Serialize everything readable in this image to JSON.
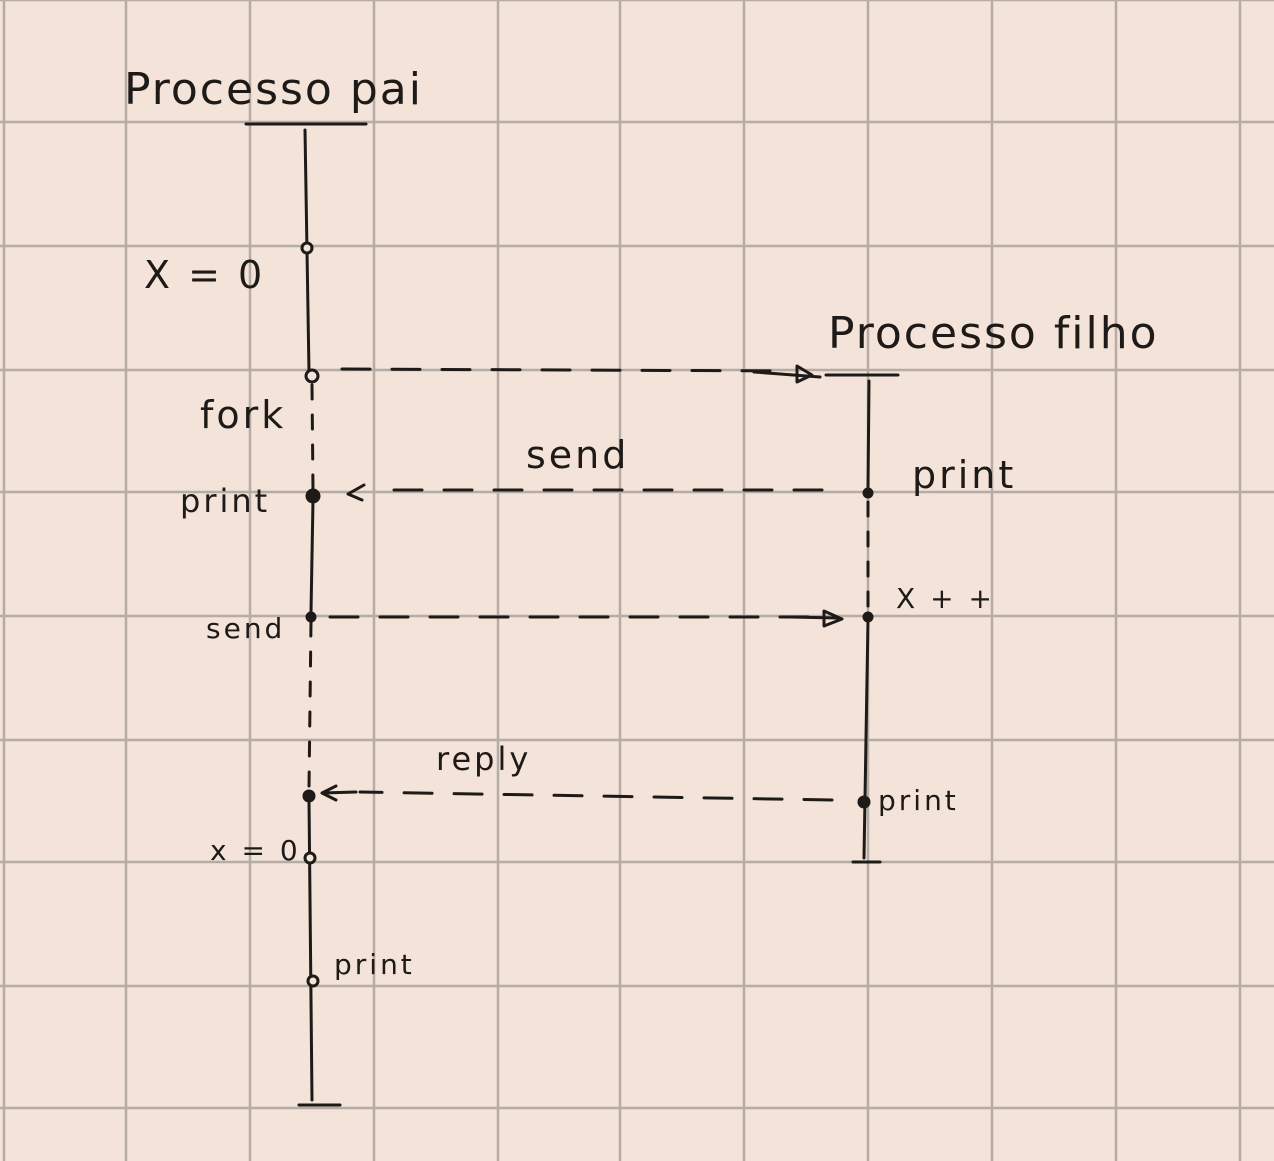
{
  "parent_process": {
    "title": "Processo pai",
    "events": {
      "init": "X = 0",
      "fork": "fork",
      "print1": "print",
      "send": "send",
      "reset": "x = 0",
      "print2": "print"
    }
  },
  "child_process": {
    "title": "Processo filho",
    "events": {
      "print1": "print",
      "increment": "X + +",
      "print2": "print"
    }
  },
  "messages": {
    "send_to_parent": "send",
    "reply_to_parent": "reply"
  },
  "colors": {
    "paper": "#f3e3d8",
    "grid": "#b5aca6",
    "ink": "#1e1a18"
  }
}
